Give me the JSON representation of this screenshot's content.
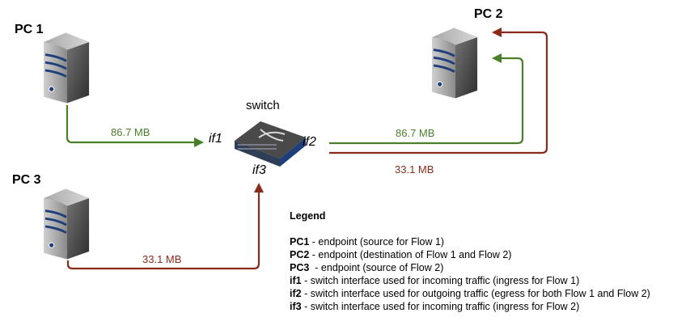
{
  "nodes": {
    "pc1": {
      "label": "PC 1"
    },
    "pc2": {
      "label": "PC 2"
    },
    "pc3": {
      "label": "PC 3"
    },
    "switch": {
      "label": "switch"
    }
  },
  "interfaces": {
    "if1": "if1",
    "if2": "if2",
    "if3": "if3"
  },
  "flows": [
    {
      "name": "Flow 1",
      "color": "#4a7f2a",
      "label_ingress": "86.7 MB",
      "label_egress": "86.7 MB"
    },
    {
      "name": "Flow 2",
      "color": "#8a2a1a",
      "label_ingress": "33.1 MB",
      "label_egress": "33.1 MB"
    }
  ],
  "legend": {
    "title": "Legend",
    "items": [
      {
        "key": "PC1",
        "text": " - endpoint (source for Flow 1)"
      },
      {
        "key": "PC2",
        "text": " - endpoint (destination of Flow 1 and Flow 2)"
      },
      {
        "key": "PC3",
        "text": "  - endpoint (source of Flow 2)"
      },
      {
        "key": "if1",
        "text": " - switch interface used for incoming traffic (ingress for Flow 1)"
      },
      {
        "key": "if2",
        "text": " - switch interface used for outgoing traffic (egress for both Flow 1 and Flow 2)"
      },
      {
        "key": "if3",
        "text": " - switch interface used for incoming traffic (ingress for Flow 2)"
      }
    ]
  }
}
